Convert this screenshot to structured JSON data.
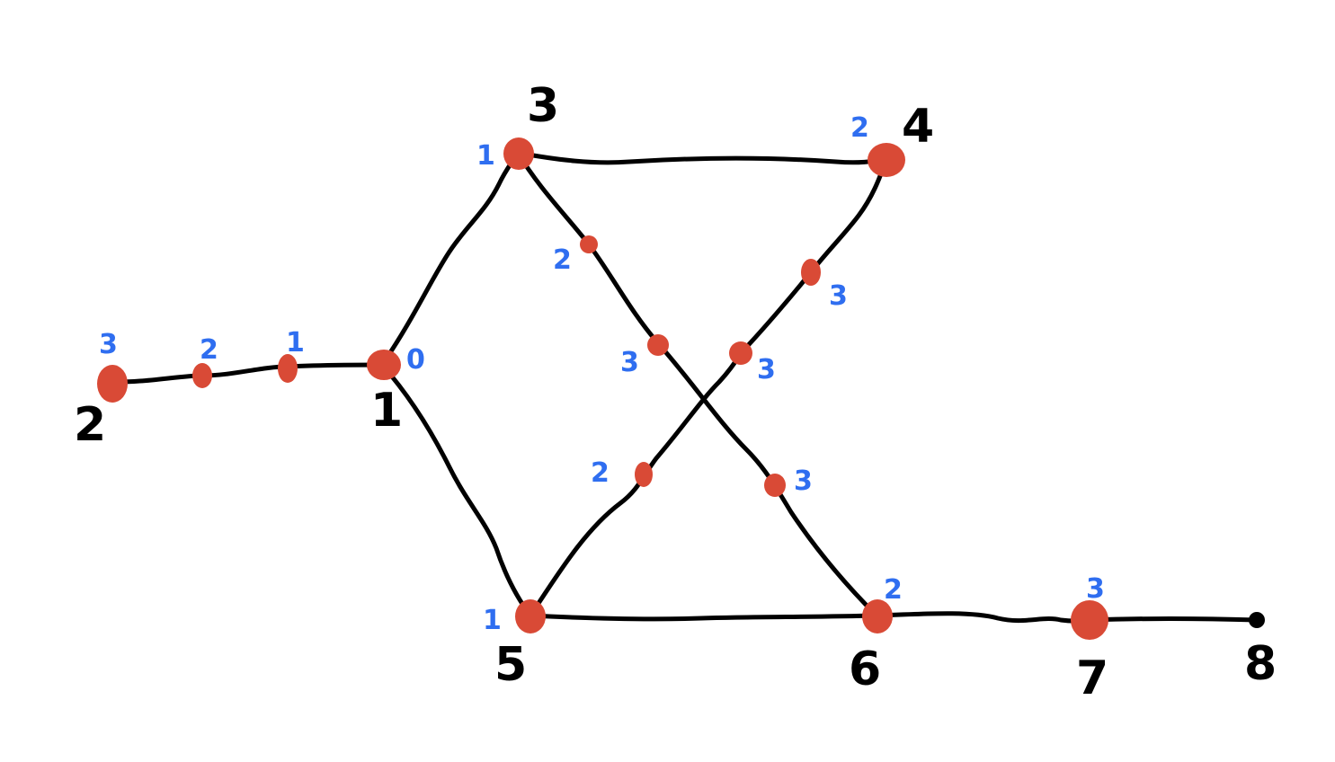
{
  "colors": {
    "edge": "#000000",
    "marker": "#d94a36",
    "distance_label": "#2f6ef0",
    "node_label": "#000000"
  },
  "nodes": [
    {
      "id": "1",
      "label": "1",
      "distance": "0"
    },
    {
      "id": "2",
      "label": "2",
      "distance": "3"
    },
    {
      "id": "3",
      "label": "3",
      "distance": "1"
    },
    {
      "id": "4",
      "label": "4",
      "distance": "2"
    },
    {
      "id": "5",
      "label": "5",
      "distance": "1"
    },
    {
      "id": "6",
      "label": "6",
      "distance": "2"
    },
    {
      "id": "7",
      "label": "7",
      "distance": "3"
    },
    {
      "id": "8",
      "label": "8",
      "distance": ""
    }
  ],
  "edges": [
    {
      "from": "2",
      "to": "1",
      "midpoint_distances": [
        "2",
        "1"
      ]
    },
    {
      "from": "1",
      "to": "3",
      "midpoint_distances": []
    },
    {
      "from": "1",
      "to": "5",
      "midpoint_distances": []
    },
    {
      "from": "3",
      "to": "4",
      "midpoint_distances": []
    },
    {
      "from": "3",
      "to": "6",
      "midpoint_distances": [
        "2",
        "3",
        "3"
      ]
    },
    {
      "from": "5",
      "to": "4",
      "midpoint_distances": [
        "2",
        "3",
        "3"
      ]
    },
    {
      "from": "5",
      "to": "6",
      "midpoint_distances": []
    },
    {
      "from": "6",
      "to": "7",
      "midpoint_distances": []
    },
    {
      "from": "7",
      "to": "8",
      "midpoint_distances": []
    }
  ]
}
